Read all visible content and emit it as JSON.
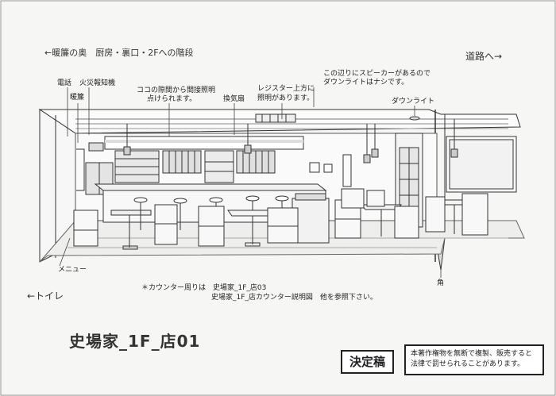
{
  "labels": {
    "noren_back": "←暖簾の奥　厨房・裏口・2Fへの階段",
    "road": "道路へ→",
    "toilet": "←トイレ",
    "telephone": "電話",
    "noren": "暖簾",
    "fire_alarm": "火災報知機",
    "indirect_light_1": "ココの隙間から間接照明",
    "indirect_light_2": "点けられます。",
    "ventilation": "換気扇",
    "register_1": "レジスター上方に",
    "register_2": "照明があります。",
    "speaker_1": "この辺りにスピーカーがあるので",
    "speaker_2": "ダウンライトはナシです。",
    "downlight": "ダウンライト",
    "menu": "メニュー",
    "corner": "角",
    "counter_note_1": "＊カウンター周りは　史場家_1F_店03",
    "counter_note_2": "史場家_1F_店カウンター説明図　他を参照下さい。"
  },
  "title": "史場家_1F_店01",
  "stamp": "決定稿",
  "copyright": {
    "line1": "本著作権物を無断で複製、販売すると",
    "line2": "法律で罰せられることがあります。"
  }
}
